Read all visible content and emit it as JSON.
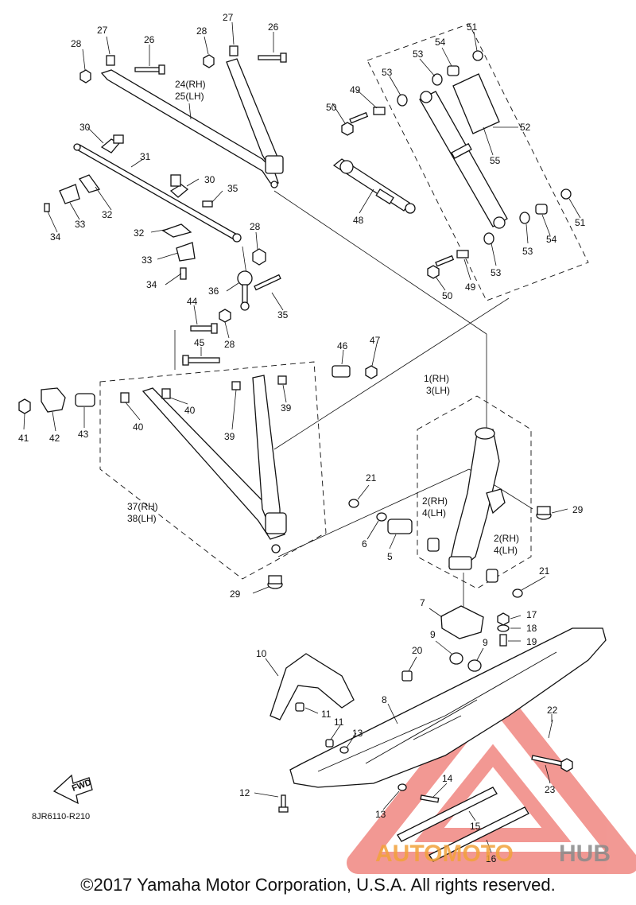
{
  "callouts": {
    "c1": "1(RH)",
    "c3": "3(LH)",
    "c2a": "2(RH)",
    "c4a": "4(LH)",
    "c2b": "2(RH)",
    "c4b": "4(LH)",
    "c5": "5",
    "c6": "6",
    "c7": "7",
    "c8": "8",
    "c9a": "9",
    "c9b": "9",
    "c10": "10",
    "c11a": "11",
    "c11b": "11",
    "c12": "12",
    "c13a": "13",
    "c13b": "13",
    "c14": "14",
    "c15": "15",
    "c16": "16",
    "c17": "17",
    "c18": "18",
    "c19": "19",
    "c20": "20",
    "c21a": "21",
    "c21b": "21",
    "c22": "22",
    "c23": "23",
    "c24": "24(RH)",
    "c25": "25(LH)",
    "c26a": "26",
    "c26b": "26",
    "c27a": "27",
    "c27b": "27",
    "c28a": "28",
    "c28b": "28",
    "c28c": "28",
    "c28d": "28",
    "c29a": "29",
    "c29b": "29",
    "c30a": "30",
    "c30b": "30",
    "c31": "31",
    "c32a": "32",
    "c32b": "32",
    "c33a": "33",
    "c33b": "33",
    "c34a": "34",
    "c34b": "34",
    "c35a": "35",
    "c35b": "35",
    "c36": "36",
    "c37": "37(RH)",
    "c38": "38(LH)",
    "c39a": "39",
    "c39b": "39",
    "c40a": "40",
    "c40b": "40",
    "c41": "41",
    "c42": "42",
    "c43": "43",
    "c44": "44",
    "c45": "45",
    "c46": "46",
    "c47": "47",
    "c48": "48",
    "c49a": "49",
    "c49b": "49",
    "c50a": "50",
    "c50b": "50",
    "c51a": "51",
    "c51b": "51",
    "c52": "52",
    "c53a": "53",
    "c53b": "53",
    "c53c": "53",
    "c53d": "53",
    "c54a": "54",
    "c54b": "54",
    "c55": "55"
  },
  "diagram_code": "8JR6110-R210",
  "fwd_badge": "FWD",
  "watermark": {
    "text_part1": "AUTOMOTO",
    "text_part2": "HUB",
    "color_red": "#e8453c",
    "color_orange": "#f2a23a",
    "color_gray": "#8a8a8a"
  },
  "copyright": "©2017 Yamaha Motor Corporation, U.S.A. All rights reserved."
}
